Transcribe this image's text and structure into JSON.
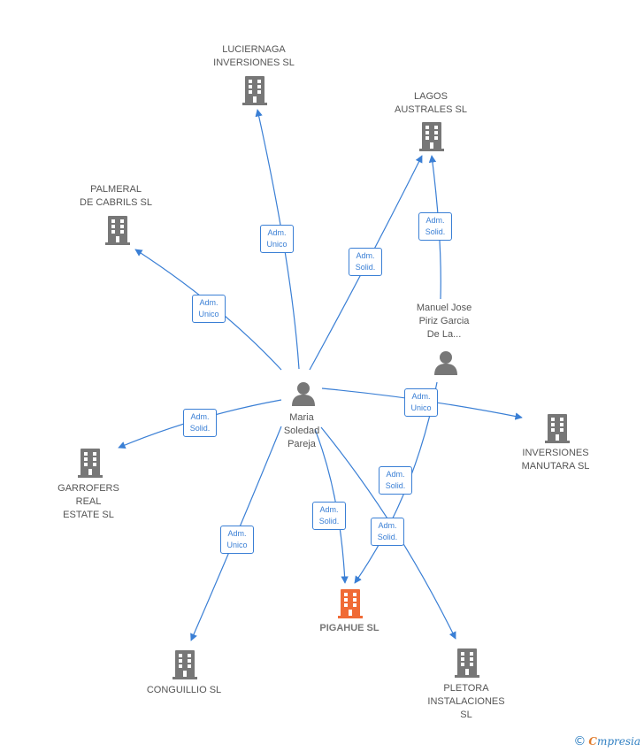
{
  "colors": {
    "edge": "#3a7fd5",
    "company": "#777777",
    "focus": "#f06a35",
    "person": "#777777"
  },
  "nodes": [
    {
      "id": "luciernaga",
      "type": "company",
      "lines": [
        "LUCIERNAGA",
        "INVERSIONES SL"
      ]
    },
    {
      "id": "lagos",
      "type": "company",
      "lines": [
        "LAGOS",
        "AUSTRALES  SL"
      ]
    },
    {
      "id": "palmeral",
      "type": "company",
      "lines": [
        "PALMERAL",
        "DE CABRILS  SL"
      ]
    },
    {
      "id": "manuel",
      "type": "person",
      "lines": [
        "Manuel Jose",
        "Piriz Garcia",
        "De La..."
      ]
    },
    {
      "id": "maria",
      "type": "person",
      "lines": [
        "Maria",
        "Soledad",
        "Pareja"
      ]
    },
    {
      "id": "garrofers",
      "type": "company",
      "lines": [
        "GARROFERS",
        "REAL",
        "ESTATE  SL"
      ]
    },
    {
      "id": "inversiones_manutara",
      "type": "company",
      "lines": [
        "INVERSIONES",
        "MANUTARA  SL"
      ]
    },
    {
      "id": "pigahue",
      "type": "focus",
      "lines": [
        "PIGAHUE  SL"
      ]
    },
    {
      "id": "conguillio",
      "type": "company",
      "lines": [
        "CONGUILLIO  SL"
      ]
    },
    {
      "id": "pletora",
      "type": "company",
      "lines": [
        "PLETORA",
        "INSTALACIONES",
        "SL"
      ]
    }
  ],
  "edges": [
    {
      "from": "maria",
      "to": "luciernaga",
      "lines": [
        "Adm.",
        "Unico"
      ]
    },
    {
      "from": "maria",
      "to": "lagos",
      "lines": [
        "Adm.",
        "Solid."
      ]
    },
    {
      "from": "manuel",
      "to": "lagos",
      "lines": [
        "Adm.",
        "Solid."
      ]
    },
    {
      "from": "maria",
      "to": "palmeral",
      "lines": [
        "Adm.",
        "Unico"
      ]
    },
    {
      "from": "maria",
      "to": "garrofers",
      "lines": [
        "Adm.",
        "Solid."
      ]
    },
    {
      "from": "maria",
      "to": "inversiones_manutara",
      "lines": [
        "Adm.",
        "Unico"
      ]
    },
    {
      "from": "manuel",
      "to": "pigahue",
      "lines": [
        "Adm.",
        "Solid."
      ]
    },
    {
      "from": "maria",
      "to": "pigahue",
      "lines": [
        "Adm.",
        "Solid."
      ]
    },
    {
      "from": "maria",
      "to": "pletora",
      "lines": [
        "Adm.",
        "Solid."
      ]
    },
    {
      "from": "maria",
      "to": "conguillio",
      "lines": [
        "Adm.",
        "Unico"
      ]
    }
  ],
  "brand": {
    "copyright": "©",
    "initial": "C",
    "rest": "mpresia"
  }
}
